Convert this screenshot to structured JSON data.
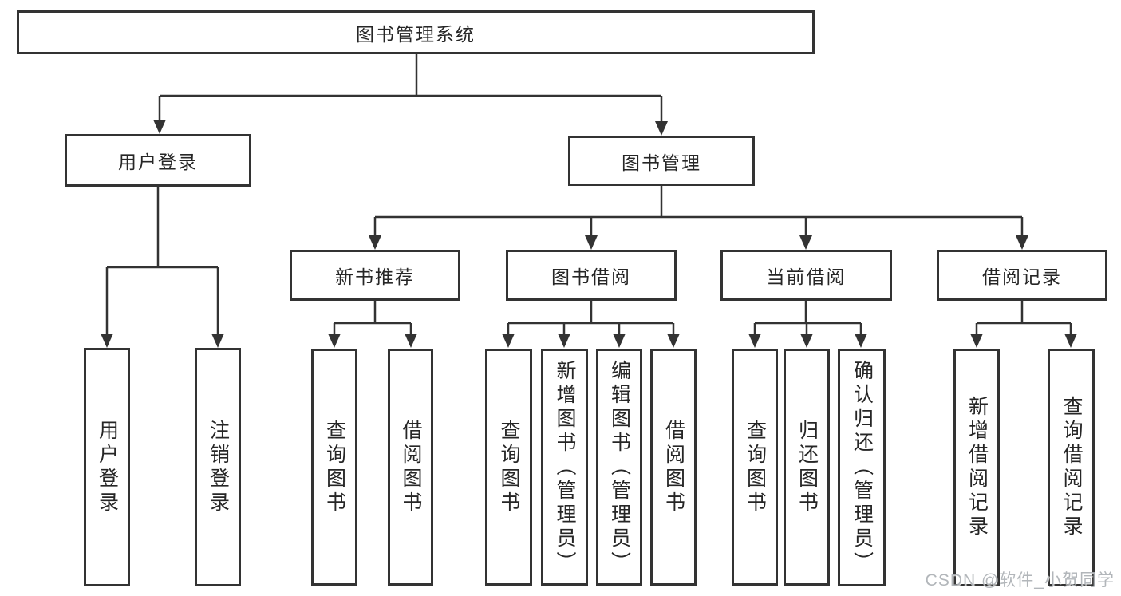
{
  "tree": {
    "root": {
      "label": "图书管理系统"
    },
    "user_login": {
      "label": "用户登录",
      "children": [
        {
          "label": "用户登录"
        },
        {
          "label": "注销登录"
        }
      ]
    },
    "book_mgmt": {
      "label": "图书管理",
      "groups": [
        {
          "label": "新书推荐",
          "children": [
            {
              "label": "查询图书"
            },
            {
              "label": "借阅图书"
            }
          ]
        },
        {
          "label": "图书借阅",
          "children": [
            {
              "label": "查询图书"
            },
            {
              "label": "新增图书（管理员）"
            },
            {
              "label": "编辑图书（管理员）"
            },
            {
              "label": "借阅图书"
            }
          ]
        },
        {
          "label": "当前借阅",
          "children": [
            {
              "label": "查询图书"
            },
            {
              "label": "归还图书"
            },
            {
              "label": "确认归还（管理员）"
            }
          ]
        },
        {
          "label": "借阅记录",
          "children": [
            {
              "label": "新增借阅记录"
            },
            {
              "label": "查询借阅记录"
            }
          ]
        }
      ]
    }
  },
  "watermark": {
    "text": "CSDN @软件_小贺同学"
  },
  "colors": {
    "line": "#333333",
    "box_border": "#333333",
    "box_bg": "#ffffff",
    "text": "#262626",
    "watermark": "#aaaeb2"
  }
}
